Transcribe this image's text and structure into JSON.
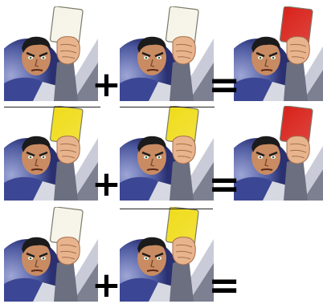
{
  "puzzle": {
    "rows": [
      {
        "left": "white",
        "middle": "white",
        "result": "red",
        "result_shown": true
      },
      {
        "left": "yellow",
        "middle": "yellow",
        "result": "red",
        "result_shown": true
      },
      {
        "left": "white",
        "middle": "yellow",
        "result": null,
        "result_shown": false
      }
    ],
    "operators": {
      "plus": "+",
      "equals": "="
    },
    "card_colors": {
      "white": "#f6f4e8",
      "yellow": "#f0dc1a",
      "red": "#d8221a"
    },
    "icons": {
      "referee": "referee-holding-card-icon"
    }
  }
}
